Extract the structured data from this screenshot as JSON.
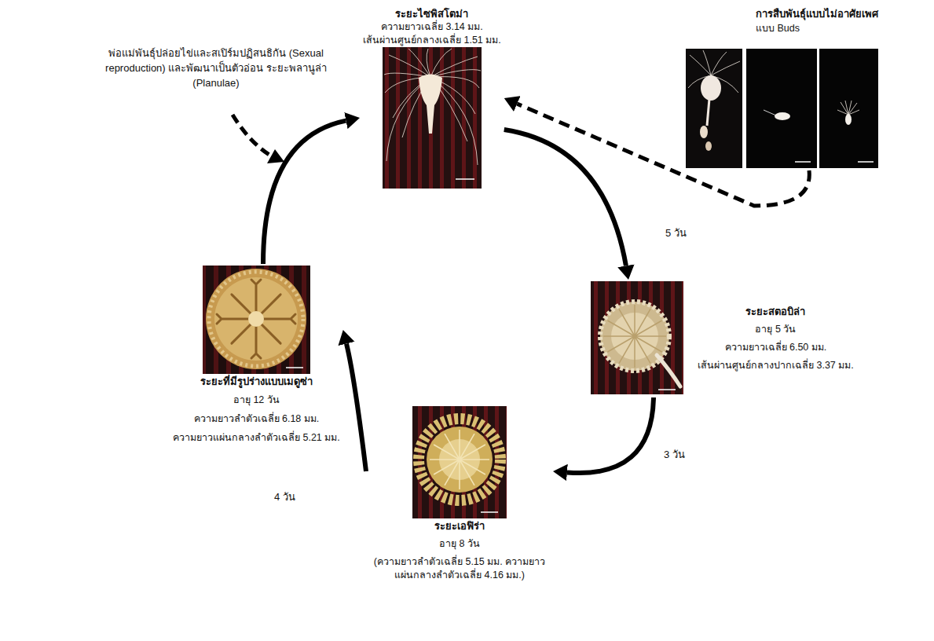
{
  "diagram": {
    "nodes": [
      {
        "text": [
          "ระยะไซพิสโตม่า",
          "ความยาวเฉลี่ย 3.14 มม.",
          "เส้นผ่านศูนย์กลางเฉลี่ย 1.51 มม."
        ]
      },
      {
        "text": [
          "ระยะสตอบิล่า",
          "อายุ 5 วัน",
          "ความยาวเฉลี่ย 6.50 มม.",
          "เส้นผ่านศูนย์กลางปากเฉลี่ย 3.37 มม."
        ]
      },
      {
        "text": [
          "ระยะเอฟิร่า",
          "อายุ 8 วัน",
          "(ความยาวลำตัวเฉลี่ย 5.15 มม. ความยาวแผ่นกลางลำตัวเฉลี่ย 4.16 มม.)"
        ]
      },
      {
        "text": [
          "ระยะที่มีรูปร่างแบบเมดูซ่า",
          "อายุ 12 วัน",
          "ความยาวลำตัวเฉลี่ย 6.18 มม.",
          "ความยาวแผ่นกลางลำตัวเฉลี่ย 5.21 มม."
        ]
      },
      {
        "text": [
          "การสืบพันธุ์แบบไม่อาศัยเพศ",
          "แบบ Buds"
        ]
      }
    ],
    "edges": [
      {
        "from": 0,
        "to": 1,
        "label": "5 วัน",
        "arrow": "to"
      },
      {
        "from": 1,
        "to": 2,
        "label": "3 วัน",
        "arrow": "to"
      },
      {
        "from": 2,
        "to": 3,
        "label": "4 วัน",
        "arrow": "to"
      },
      {
        "from": 3,
        "to": 0,
        "arrow": "to"
      },
      {
        "from": 4,
        "to": 0,
        "arrow": "to"
      }
    ],
    "labels": [
      "พ่อแม่พันธุ์ปล่อยไข่และสเปิร์มปฏิสนธิกัน (Sexual reproduction) และพัฒนาเป็นตัวอ่อน ระยะพลานูล่า (Planulae)"
    ]
  }
}
